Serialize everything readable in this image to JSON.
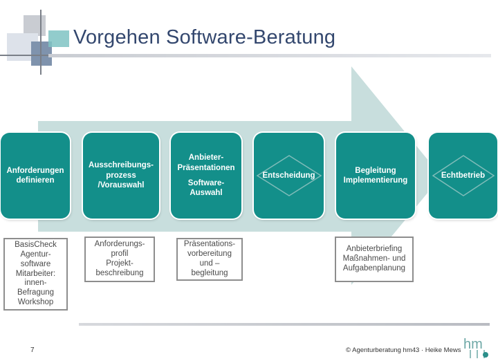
{
  "title": "Vorgehen Software-Beratung",
  "colors": {
    "stage": "#138f8a",
    "arrow": "#c8dedd",
    "title": "#33476e",
    "note_border": "#8d8d8d"
  },
  "stages": [
    {
      "lines": [
        "Anforderungen",
        "definieren"
      ]
    },
    {
      "lines": [
        "Ausschreibungs-",
        "prozess",
        "/Vorauswahl"
      ]
    },
    {
      "lines_top": [
        "Anbieter-",
        "Präsentationen"
      ],
      "lines_bottom": [
        "Software-",
        "Auswahl"
      ]
    },
    {
      "label": "Entscheidung",
      "diamond": true
    },
    {
      "lines": [
        "Begleitung",
        "Implementierung"
      ]
    },
    {
      "label": "Echtbetrieb",
      "diamond": true
    }
  ],
  "notes": [
    {
      "lines": [
        "BasisCheck",
        "Agentur-",
        "software",
        "Mitarbeiter:",
        "innen-",
        "Befragung",
        "Workshop"
      ]
    },
    {
      "lines": [
        "Anforderungs-",
        "profil",
        "Projekt-",
        "beschreibung"
      ]
    },
    {
      "lines": [
        "Präsentations-",
        "vorbereitung",
        "und –",
        "begleitung"
      ]
    },
    {
      "lines": [
        "Anbieterbriefing",
        "Maßnahmen- und",
        "Aufgabenplanung"
      ]
    }
  ],
  "footer": {
    "page_number": "7",
    "copyright": "© Agenturberatung hm43 · Heike Mews",
    "brand_text": "hm"
  }
}
